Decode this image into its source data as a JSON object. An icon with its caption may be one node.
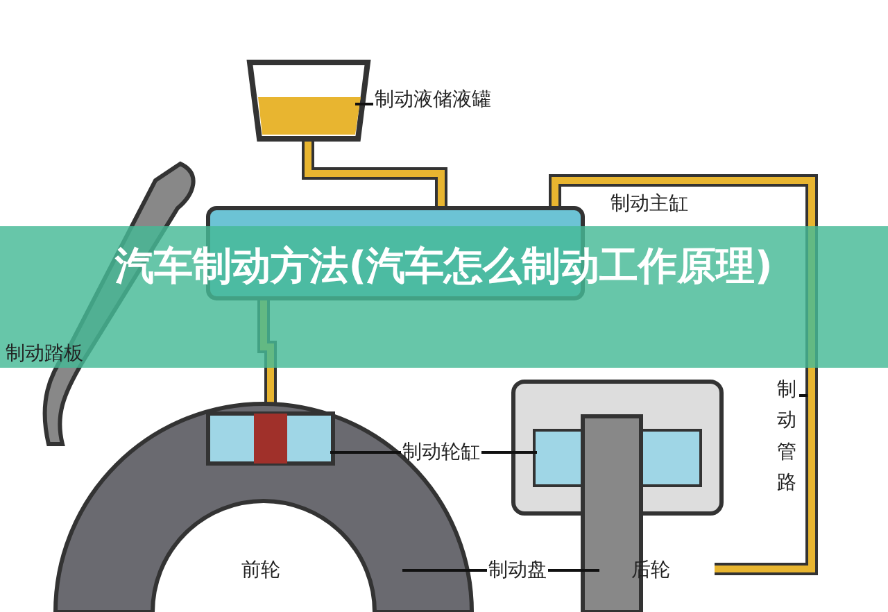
{
  "diagram": {
    "title": "汽车制动方法(汽车怎么制动工作原理)",
    "nodes": [
      {
        "text": [
          "制动液储液罐"
        ]
      },
      {
        "text": [
          "制动管路"
        ]
      },
      {
        "text": [
          "制动轮缸"
        ]
      },
      {
        "text": [
          "制动盘"
        ]
      }
    ],
    "edges": [
      {
        "from": 0,
        "to": null,
        "arrow": "none"
      },
      {
        "from": 1,
        "to": null,
        "arrow": "none"
      },
      {
        "from": 2,
        "to": null,
        "arrow": "none"
      },
      {
        "from": 2,
        "to": null,
        "arrow": "none"
      },
      {
        "from": 3,
        "to": null,
        "arrow": "none"
      },
      {
        "from": 3,
        "to": null,
        "arrow": "none"
      }
    ],
    "labels": [
      "制动主缸",
      "制动踏板",
      "前轮",
      "后轮"
    ]
  }
}
